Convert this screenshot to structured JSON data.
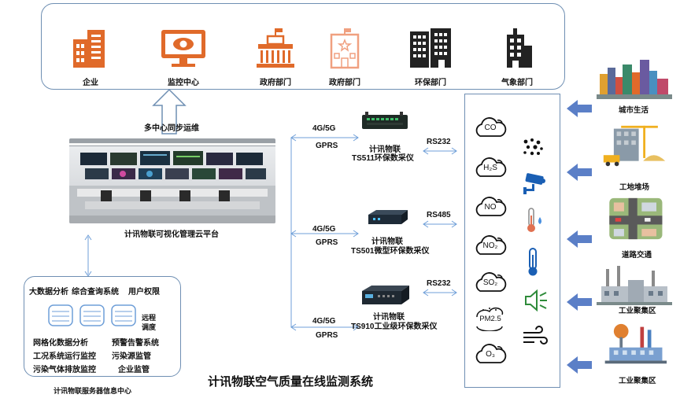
{
  "top_entities": [
    {
      "label": "企业",
      "icon": "enterprise-building-icon",
      "color": "#e06a2a"
    },
    {
      "label": "监控中心",
      "icon": "monitor-eye-icon",
      "color": "#e06a2a"
    },
    {
      "label": "政府部门",
      "icon": "government-building-icon",
      "color": "#e06a2a"
    },
    {
      "label": "政府部门",
      "icon": "government-building-outline-icon",
      "color": "#f0a080"
    },
    {
      "label": "环保部门",
      "icon": "environment-building-icon",
      "color": "#222222"
    },
    {
      "label": "气象部门",
      "icon": "meteorology-building-icon",
      "color": "#222222"
    }
  ],
  "sync_label": "多中心同步运维",
  "platform_label": "计讯物联可视化管理云平台",
  "server_center": {
    "title": "计讯物联服务器信息中心",
    "row1": [
      "大数据分析",
      "综合查询系统",
      "用户权限"
    ],
    "remote": "远程调度",
    "features": [
      "网格化数据分析",
      "预警告警系统",
      "工况系统运行监控",
      "污染源监管",
      "污染气体排放监控",
      "企业监管"
    ]
  },
  "links": [
    {
      "network": "4G/5G",
      "gprs": "GPRS",
      "device_brand": "计讯物联",
      "device_model": "TS511环保数采仪",
      "interface": "RS232"
    },
    {
      "network": "4G/5G",
      "gprs": "GPRS",
      "device_brand": "计讯物联",
      "device_model": "TS501微型环保数采仪",
      "interface": "RS485"
    },
    {
      "network": "4G/5G",
      "gprs": "GPRS",
      "device_brand": "计讯物联",
      "device_model": "TS910工业级环保数采仪",
      "interface": "RS232"
    }
  ],
  "sensors_gas": [
    {
      "label": "CO",
      "icon": "co-cloud-icon"
    },
    {
      "label": "H₂S",
      "icon": "h2s-cloud-icon"
    },
    {
      "label": "NO",
      "icon": "no-cloud-icon"
    },
    {
      "label": "NO₂",
      "icon": "no2-cloud-icon"
    },
    {
      "label": "SO₂",
      "icon": "so2-cloud-icon"
    },
    {
      "label": "PM2.5",
      "icon": "pm25-cloud-icon"
    },
    {
      "label": "O₃",
      "icon": "o3-cloud-icon"
    }
  ],
  "sensors_other": [
    "dust-particles-icon",
    "camera-icon",
    "temperature-drop-icon",
    "thermometer-icon",
    "noise-speaker-icon",
    "wind-icon"
  ],
  "sources": [
    {
      "label": "城市生活",
      "icon": "city-life-icon"
    },
    {
      "label": "工地堆场",
      "icon": "construction-site-icon"
    },
    {
      "label": "道路交通",
      "icon": "road-traffic-icon"
    },
    {
      "label": "工业聚集区",
      "icon": "industrial-zone-icon"
    },
    {
      "label": "工业聚集区",
      "icon": "industrial-zone-2-icon"
    }
  ],
  "main_title": "计讯物联空气质量在线监测系统",
  "colors": {
    "accent": "#e06a2a",
    "border": "#6f8fb3",
    "arrow": "#5b7fc7",
    "line": "#6f9fd8"
  }
}
